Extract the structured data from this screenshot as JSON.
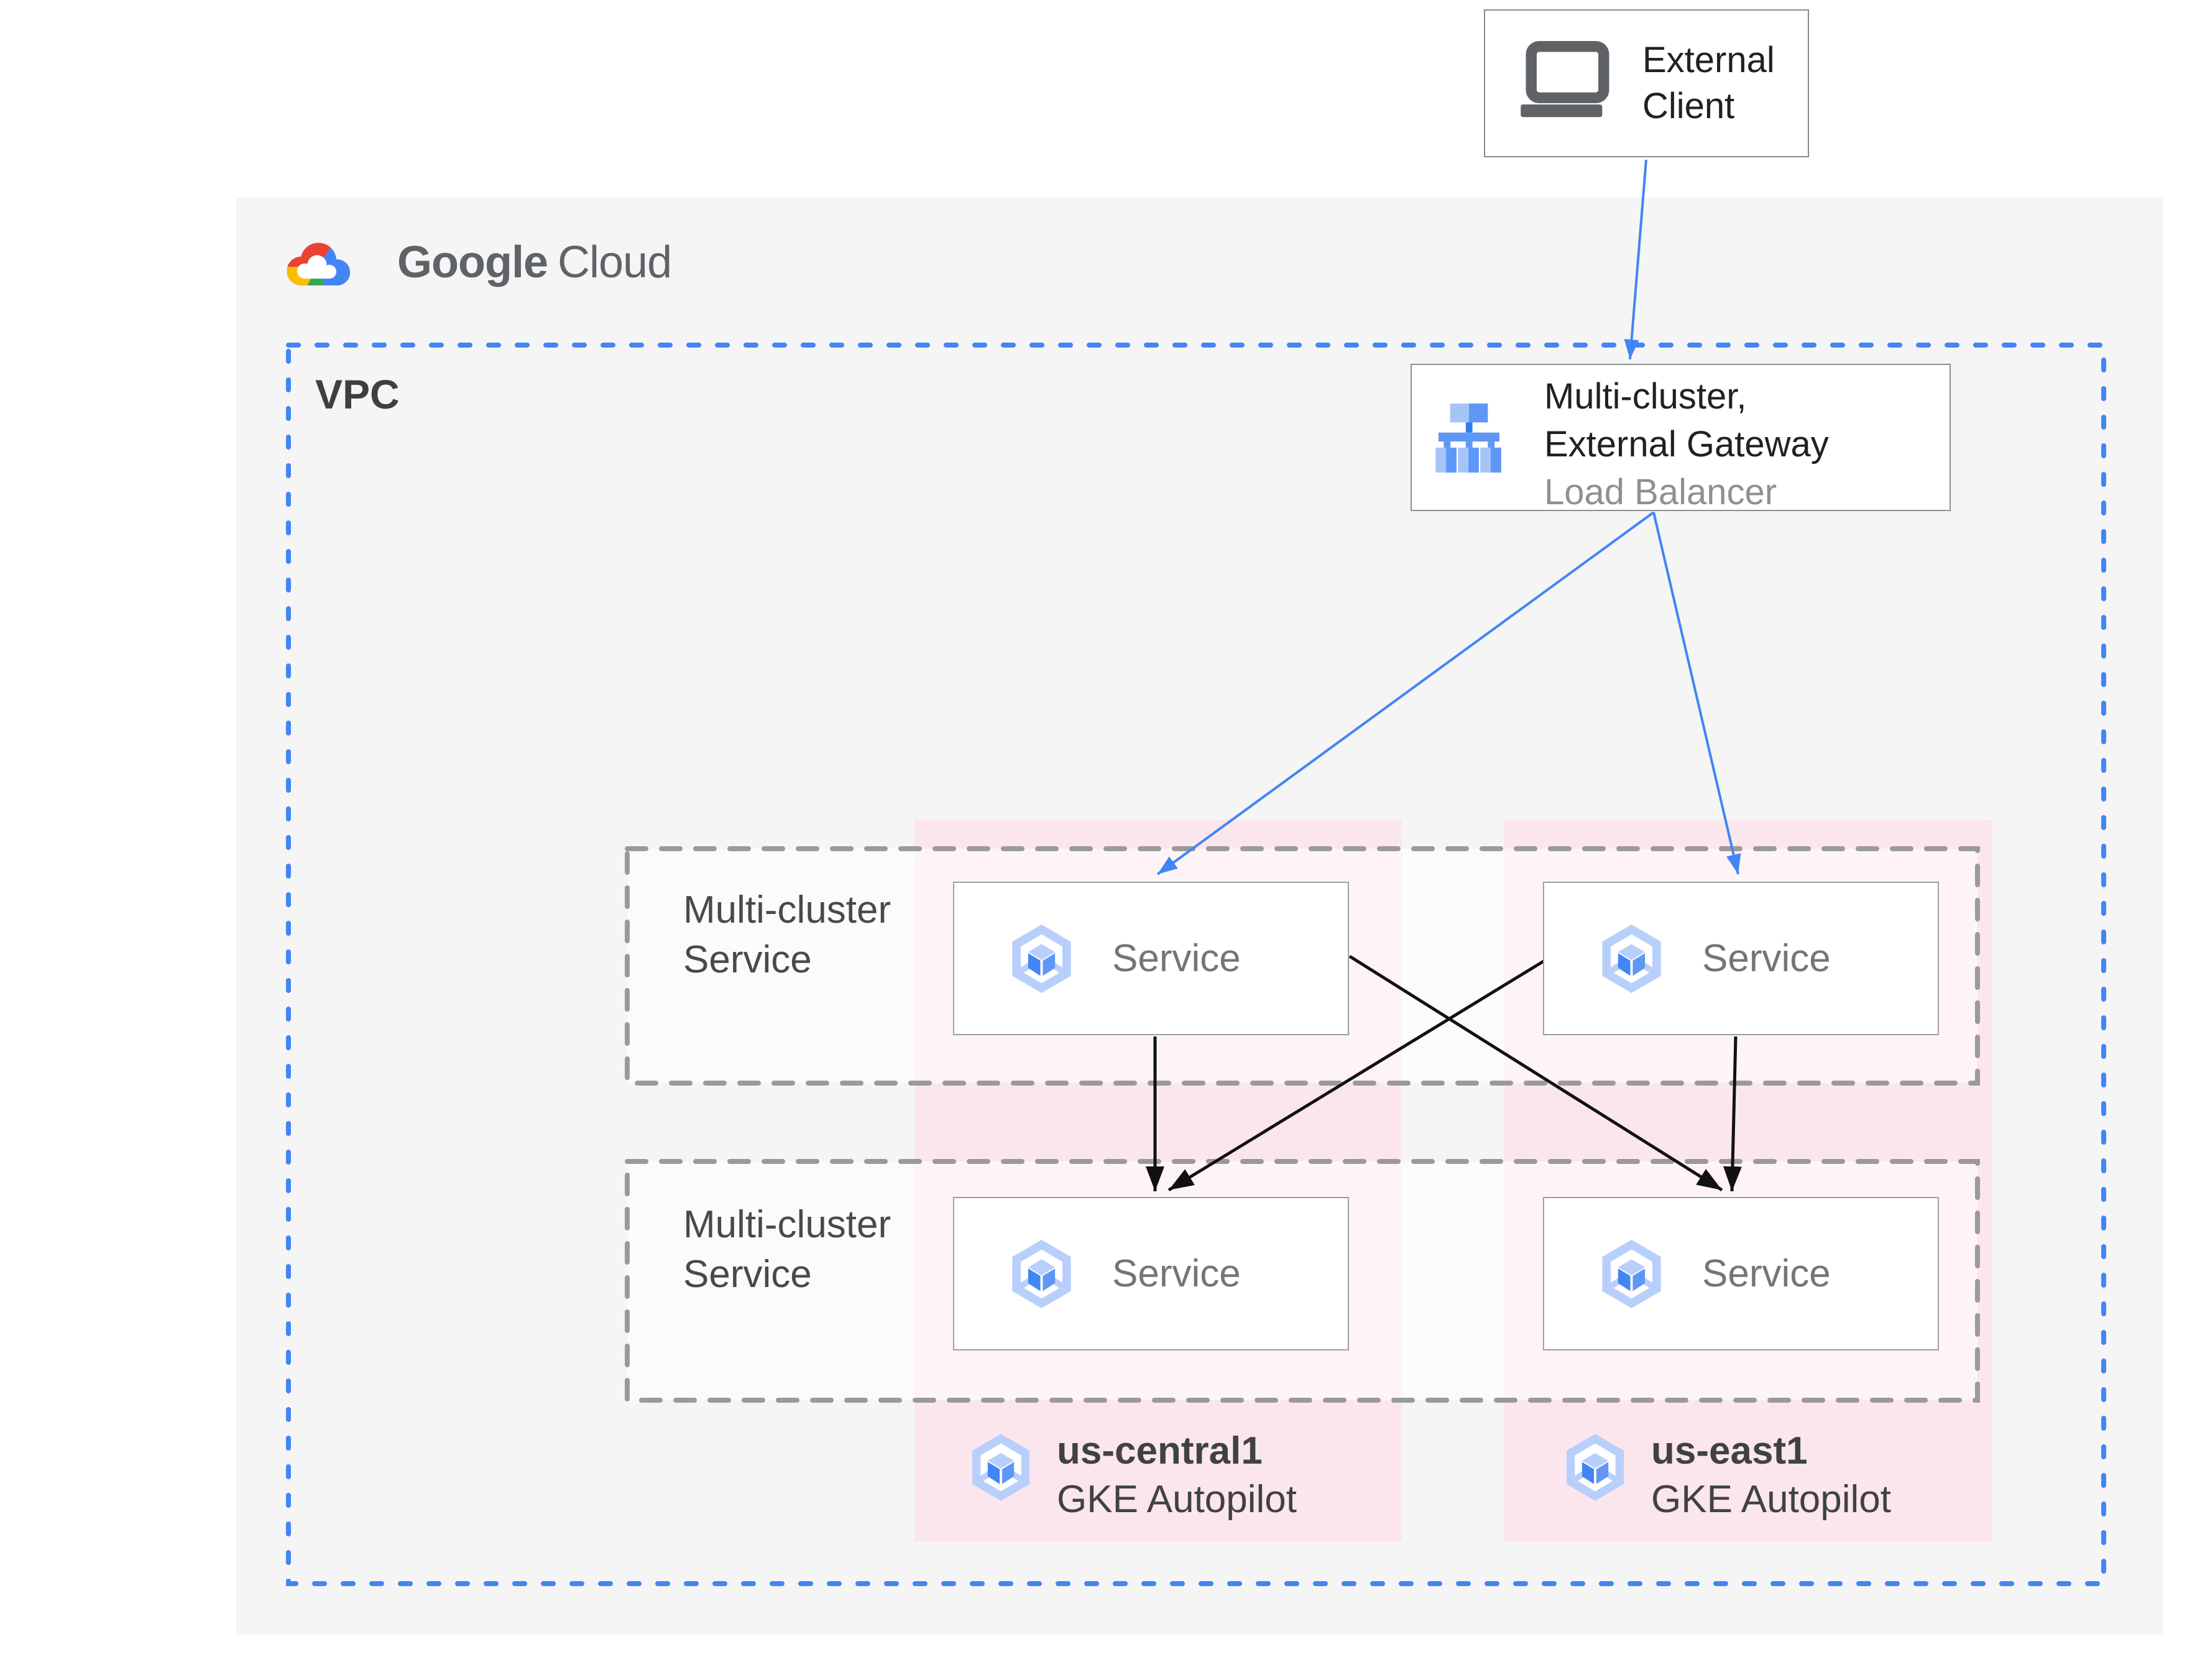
{
  "external_client": {
    "lines": [
      "External",
      "Client"
    ],
    "icon": "laptop-icon"
  },
  "google_cloud": {
    "brand": "Google",
    "product": "Cloud",
    "icon": "google-cloud-logo-icon"
  },
  "vpc": {
    "label": "VPC"
  },
  "load_balancer": {
    "title_lines": [
      "Multi-cluster,",
      "External Gateway"
    ],
    "subtitle": "Load Balancer",
    "icon": "load-balancer-icon"
  },
  "service_rows": [
    {
      "label_lines": [
        "Multi-cluster",
        "Service"
      ]
    },
    {
      "label_lines": [
        "Multi-cluster",
        "Service"
      ]
    }
  ],
  "services": [
    {
      "label": "Service"
    },
    {
      "label": "Service"
    },
    {
      "label": "Service"
    },
    {
      "label": "Service"
    }
  ],
  "clusters": [
    {
      "region": "us-central1",
      "platform": "GKE Autopilot"
    },
    {
      "region": "us-east1",
      "platform": "GKE Autopilot"
    }
  ],
  "colors": {
    "accent_blue": "#4285f4",
    "pink_region": "#fce6ed",
    "panel_gray": "#f5f5f5",
    "dash_gray": "#9a9a9a",
    "arrow_black": "#111111",
    "text_dark": "#212124",
    "text_gray": "#757575",
    "logo_red": "#ea4335",
    "logo_yellow": "#fbbc04",
    "logo_green": "#34a853",
    "logo_blue": "#4285f4"
  }
}
